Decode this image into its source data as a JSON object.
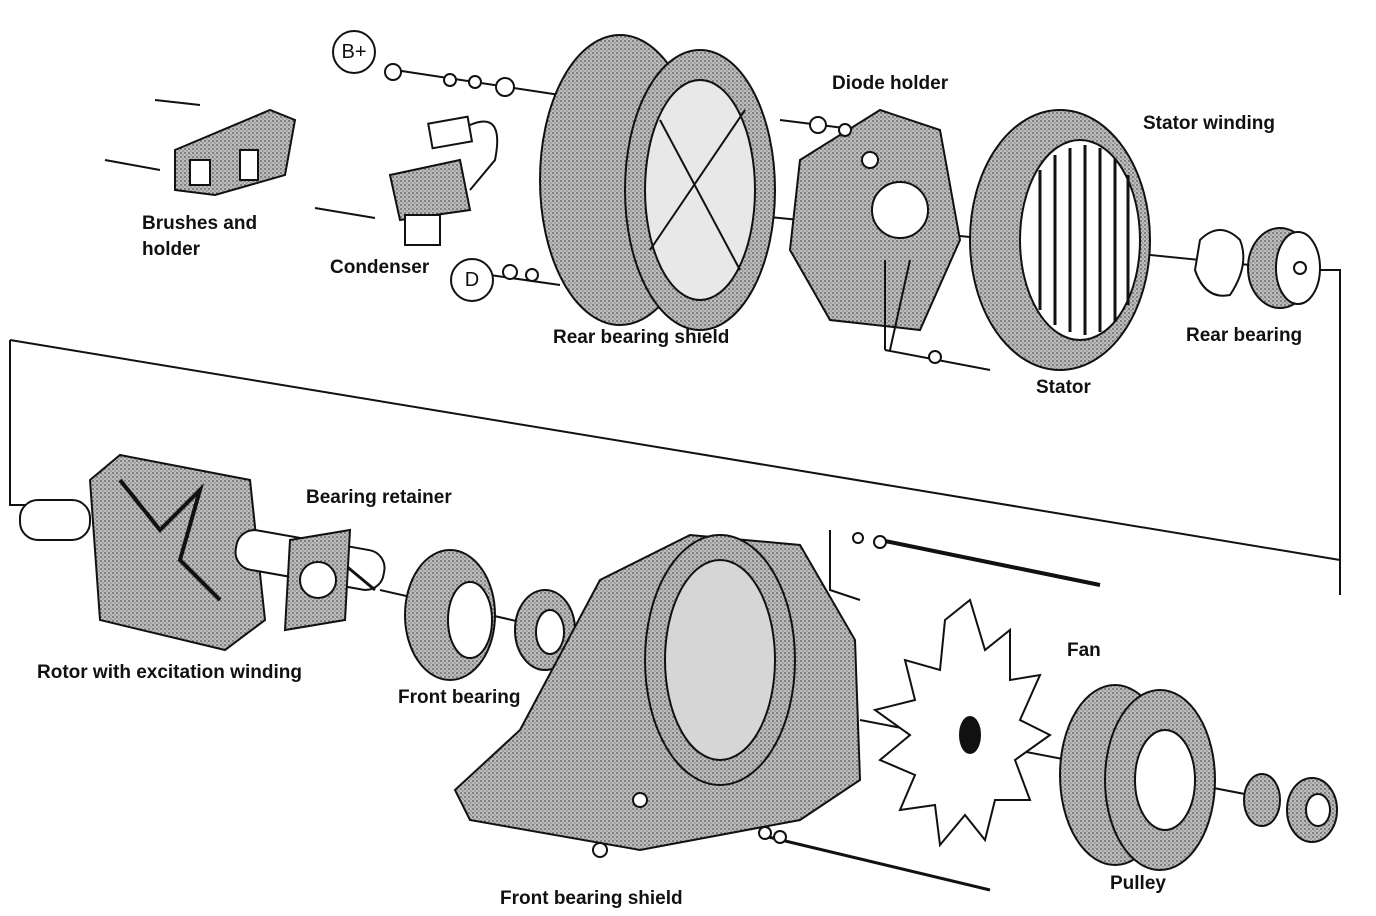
{
  "labels": {
    "brushes_line1": "Brushes and",
    "brushes_line2": "holder",
    "condenser": "Condenser",
    "rear_bearing_shield": "Rear bearing shield",
    "diode_holder": "Diode holder",
    "stator_winding": "Stator winding",
    "rear_bearing": "Rear bearing",
    "stator": "Stator",
    "bearing_retainer": "Bearing retainer",
    "rotor": "Rotor with excitation winding",
    "front_bearing": "Front bearing",
    "fan": "Fan",
    "front_bearing_shield": "Front bearing shield",
    "pulley": "Pulley"
  },
  "terminals": {
    "b_plus": "B+",
    "d": "D"
  },
  "colors": {
    "ink": "#111111",
    "shade": "#9a9a9a",
    "light_shade": "#cfcfcf",
    "background": "#ffffff"
  }
}
